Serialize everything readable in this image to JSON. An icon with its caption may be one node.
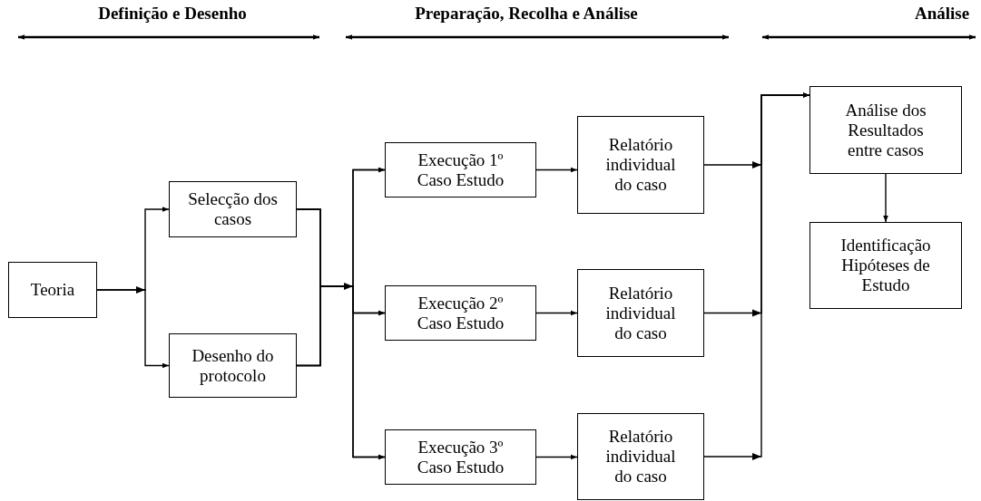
{
  "diagram": {
    "nodes": [
      {
        "text": [
          "Teoria"
        ]
      },
      {
        "text": [
          "Selecção dos casos"
        ]
      },
      {
        "text": [
          "Desenho do protocolo"
        ]
      },
      {
        "text": [
          "Execução 1º Caso Estudo"
        ]
      },
      {
        "text": [
          "Execução 2º Caso Estudo"
        ]
      },
      {
        "text": [
          "Execução 3º Caso Estudo"
        ]
      },
      {
        "text": [
          "Relatório individual do caso"
        ]
      },
      {
        "text": [
          "Relatório individual do caso"
        ]
      },
      {
        "text": [
          "Relatório individual do caso"
        ]
      },
      {
        "text": [
          "Análise dos Resultados entre casos"
        ]
      },
      {
        "text": [
          "Identificação Hipóteses de Estudo"
        ]
      }
    ],
    "edges": [
      {
        "from": 0,
        "to": 1,
        "arrow": "to"
      },
      {
        "from": 0,
        "to": 2,
        "arrow": "to"
      },
      {
        "from": 1,
        "to": 3,
        "arrow": "to"
      },
      {
        "from": 1,
        "to": 4,
        "arrow": "to"
      },
      {
        "from": 1,
        "to": 5,
        "arrow": "to"
      },
      {
        "from": 2,
        "to": 3,
        "arrow": "to"
      },
      {
        "from": 2,
        "to": 4,
        "arrow": "to"
      },
      {
        "from": 2,
        "to": 5,
        "arrow": "to"
      },
      {
        "from": 3,
        "to": 6,
        "arrow": "to"
      },
      {
        "from": 4,
        "to": 7,
        "arrow": "to"
      },
      {
        "from": 5,
        "to": 8,
        "arrow": "to"
      },
      {
        "from": 6,
        "to": 9,
        "arrow": "to"
      },
      {
        "from": 7,
        "to": 9,
        "arrow": "to"
      },
      {
        "from": 8,
        "to": 9,
        "arrow": "to"
      },
      {
        "from": 9,
        "to": 10,
        "arrow": "to"
      }
    ],
    "labels": [
      "Definição e Desenho",
      "Preparação, Recolha e Análise",
      "Análise"
    ]
  }
}
